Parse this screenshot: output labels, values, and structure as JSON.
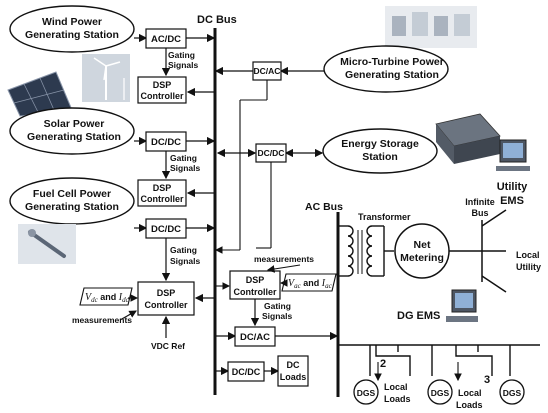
{
  "stations": {
    "wind": [
      "Wind Power",
      "Generating Station"
    ],
    "solar": [
      "Solar Power",
      "Generating Station"
    ],
    "fuel_cell": [
      "Fuel Cell Power",
      "Generating Station"
    ],
    "micro_turbine": [
      "Micro-Turbine Power",
      "Generating Station"
    ],
    "energy_storage": [
      "Energy Storage",
      "Station"
    ]
  },
  "converters": {
    "ac_dc": "AC/DC",
    "dc_dc": "DC/DC",
    "dc_ac": "DC/AC"
  },
  "controllers": {
    "dsp": [
      "DSP",
      "Controller"
    ]
  },
  "labels": {
    "dc_bus": "DC Bus",
    "ac_bus": "AC Bus",
    "gating_signals": [
      "Gating",
      "Signals"
    ],
    "gating_signals_inline": "Gating",
    "measurements": "measurements",
    "vdc_ref": "VDC Ref",
    "transformer": "Transformer",
    "net_metering": [
      "Net",
      "Metering"
    ],
    "infinite_bus": [
      "Infinite",
      "Bus"
    ],
    "local_utility": [
      "Local",
      "Utility"
    ],
    "utility_ems": [
      "Utility",
      "EMS"
    ],
    "dg_ems": "DG EMS",
    "dc_loads": [
      "DC",
      "Loads"
    ],
    "dgs": "DGS",
    "local_loads": [
      "Local",
      "Loads"
    ],
    "node_2": "2",
    "node_3": "3",
    "vdc_and_idc": [
      "V",
      "dc",
      " and ",
      "I",
      "dc"
    ],
    "vac_and_iac": [
      "V",
      "ac",
      " and ",
      "I",
      "ac"
    ]
  }
}
